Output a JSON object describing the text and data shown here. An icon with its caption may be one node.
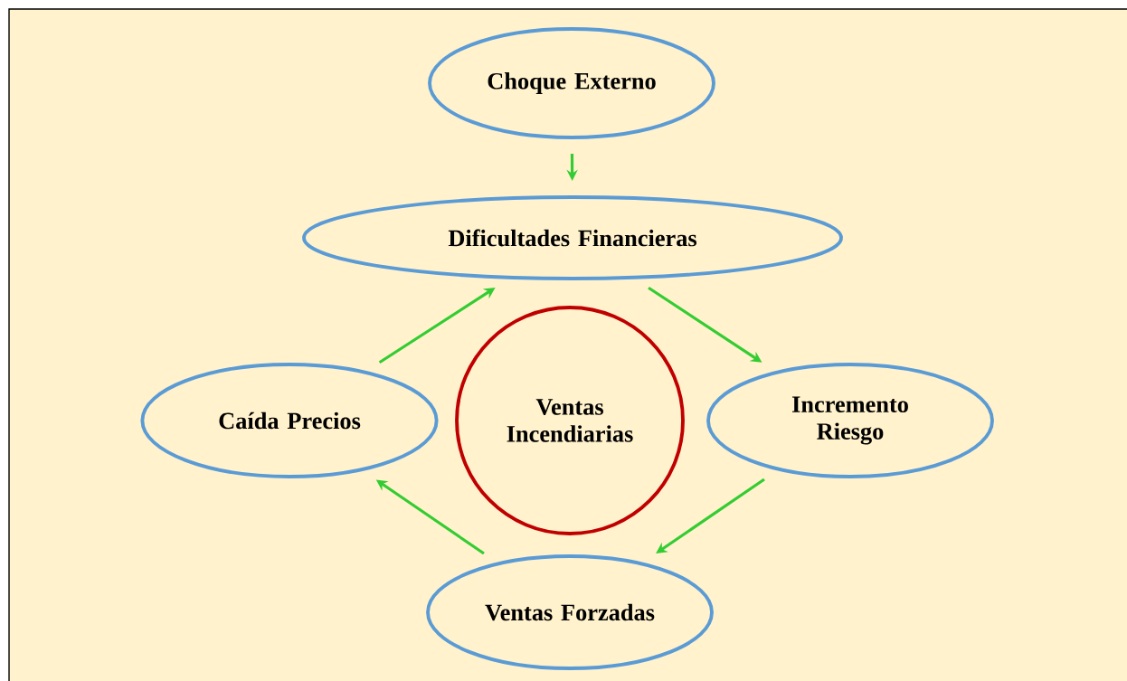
{
  "diagram": {
    "nodes": [
      {
        "text": [
          "Choque Externo"
        ]
      },
      {
        "text": [
          "Dificultades Financieras"
        ]
      },
      {
        "text": [
          "Caída Precios"
        ]
      },
      {
        "text": [
          "Ventas Incendiarias"
        ]
      },
      {
        "text": [
          "Incremento Riesgo"
        ]
      },
      {
        "text": [
          "Ventas Forzadas"
        ]
      }
    ],
    "edges": [
      {
        "from": 0,
        "to": 1,
        "arrow": "to"
      },
      {
        "from": 1,
        "to": 4,
        "arrow": "to"
      },
      {
        "from": 4,
        "to": 5,
        "arrow": "to"
      },
      {
        "from": 5,
        "to": 2,
        "arrow": "to"
      },
      {
        "from": 2,
        "to": 1,
        "arrow": "to"
      }
    ]
  }
}
